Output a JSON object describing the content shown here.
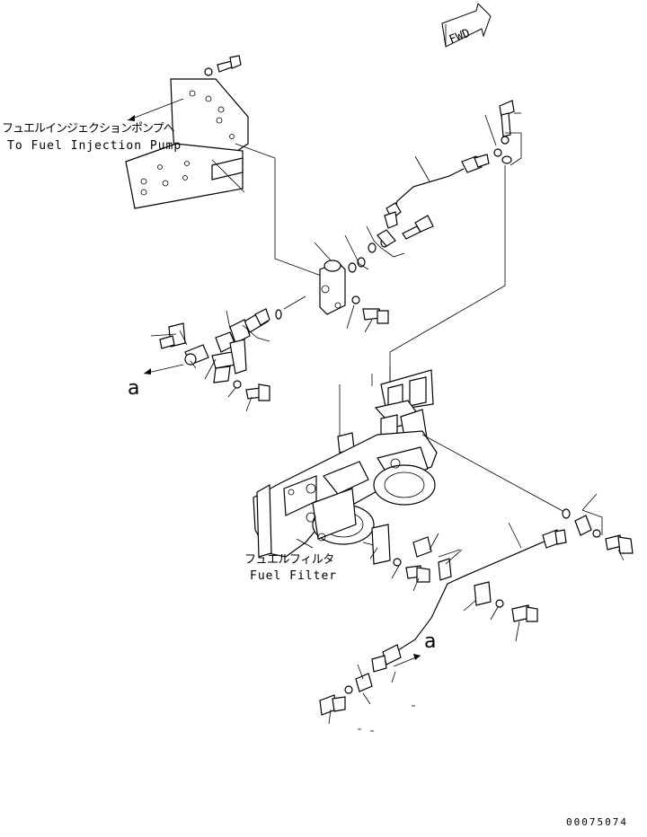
{
  "direction_marker": "FWD",
  "callouts": {
    "injection_pump_jp": "フュエルインジェクションポンプへ",
    "injection_pump_en": "To Fuel Injection Pump",
    "fuel_filter_jp": "フュエルフィルタ",
    "fuel_filter_en": "Fuel Filter",
    "ref_a_left": "a",
    "ref_a_right": "a"
  },
  "drawing_number": "00075074"
}
